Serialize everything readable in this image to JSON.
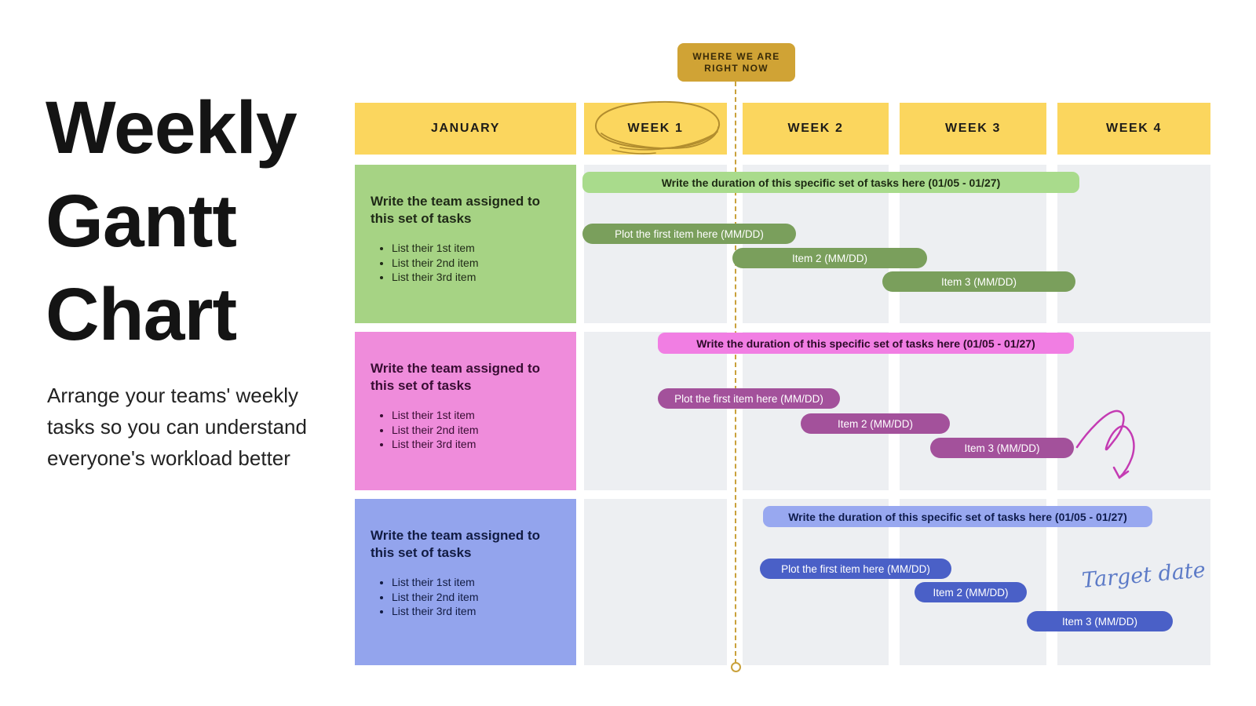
{
  "left_panel": {
    "title_lines": [
      "Weekly",
      "Gantt",
      "Chart"
    ],
    "subtitle": "Arrange your teams' weekly tasks so you can understand everyone's workload better"
  },
  "marker": {
    "line1": "WHERE WE ARE",
    "line2": "RIGHT NOW",
    "badge_color": "#D0A335",
    "line_color": "#C9A13B"
  },
  "header": {
    "month": "JANUARY",
    "weeks": [
      "WEEK 1",
      "WEEK 2",
      "WEEK 3",
      "WEEK 4"
    ],
    "bg_color": "#FBD65E",
    "circled_week": "WEEK 1"
  },
  "sections": [
    {
      "name": "green team",
      "cell_color": "#A6D384",
      "duration_color": "#A9DB8C",
      "bar_color": "#7A9F5C",
      "heading": "Write the team assigned to this set of tasks",
      "bullets": [
        "List their 1st item",
        "List their 2nd item",
        "List their 3rd item"
      ],
      "duration_label": "Write the duration of this specific set of tasks here (01/05 - 01/27)",
      "bars": [
        "Plot the first item here (MM/DD)",
        "Item 2 (MM/DD)",
        "Item 3 (MM/DD)"
      ]
    },
    {
      "name": "pink team",
      "cell_color": "#EF8CDB",
      "duration_color": "#F17EE3",
      "bar_color": "#A3519B",
      "heading": "Write the team assigned to this set of tasks",
      "bullets": [
        "List their 1st item",
        "List their 2nd item",
        "List their 3rd item"
      ],
      "duration_label": "Write the duration of this specific set of tasks here (01/05 - 01/27)",
      "bars": [
        "Plot the first item here (MM/DD)",
        "Item 2 (MM/DD)",
        "Item 3 (MM/DD)"
      ]
    },
    {
      "name": "blue team",
      "cell_color": "#93A4ED",
      "duration_color": "#98A8F0",
      "bar_color": "#4A60C7",
      "heading": "Write the team assigned to this set of tasks",
      "bullets": [
        "List their 1st item",
        "List their 2nd item",
        "List their 3rd item"
      ],
      "duration_label": "Write the duration of this specific set of tasks here (01/05 - 01/27)",
      "bars": [
        "Plot the first item here (MM/DD)",
        "Item 2 (MM/DD)",
        "Item 3 (MM/DD)"
      ]
    }
  ],
  "annotations": {
    "target_date": "Target date",
    "target_color": "#5C7AC7",
    "scribble_color": "#C43BB3",
    "grid_color": "#EDEFF2"
  },
  "chart_data": {
    "type": "bar",
    "subtype": "gantt",
    "title": "Weekly Gantt Chart",
    "x_axis": {
      "month": "JANUARY",
      "categories": [
        "WEEK 1",
        "WEEK 2",
        "WEEK 3",
        "WEEK 4"
      ],
      "range_weeks": [
        0,
        4
      ]
    },
    "current_marker": {
      "label": "WHERE WE ARE RIGHT NOW",
      "position_weeks": 1.0
    },
    "series": [
      {
        "name": "green team",
        "color": "#7A9F5C",
        "bars": [
          {
            "label": "Write the duration of this specific set of tasks here (01/05 - 01/27)",
            "start_week": 0.0,
            "end_week": 3.2,
            "color": "#A9DB8C"
          },
          {
            "label": "Plot the first item here (MM/DD)",
            "start_week": 0.0,
            "end_week": 1.35
          },
          {
            "label": "Item 2 (MM/DD)",
            "start_week": 0.95,
            "end_week": 2.2
          },
          {
            "label": "Item 3 (MM/DD)",
            "start_week": 1.9,
            "end_week": 3.15
          }
        ]
      },
      {
        "name": "pink team",
        "color": "#A3519B",
        "bars": [
          {
            "label": "Write the duration of this specific set of tasks here (01/05 - 01/27)",
            "start_week": 0.5,
            "end_week": 3.15,
            "color": "#F17EE3"
          },
          {
            "label": "Plot the first item here (MM/DD)",
            "start_week": 0.5,
            "end_week": 1.65
          },
          {
            "label": "Item 2 (MM/DD)",
            "start_week": 1.4,
            "end_week": 2.35
          },
          {
            "label": "Item 3 (MM/DD)",
            "start_week": 2.25,
            "end_week": 3.15
          }
        ]
      },
      {
        "name": "blue team",
        "color": "#4A60C7",
        "bars": [
          {
            "label": "Write the duration of this specific set of tasks here (01/05 - 01/27)",
            "start_week": 1.15,
            "end_week": 3.65,
            "color": "#98A8F0"
          },
          {
            "label": "Plot the first item here (MM/DD)",
            "start_week": 1.1,
            "end_week": 2.35
          },
          {
            "label": "Item 2 (MM/DD)",
            "start_week": 2.1,
            "end_week": 2.85
          },
          {
            "label": "Item 3 (MM/DD)",
            "start_week": 2.8,
            "end_week": 3.75
          }
        ]
      }
    ],
    "annotations": [
      "WEEK 1 circled by hand",
      "magenta scribble arrow pointing to end of pink Item 3",
      "handwritten note: Target date near blue Item 3"
    ]
  }
}
